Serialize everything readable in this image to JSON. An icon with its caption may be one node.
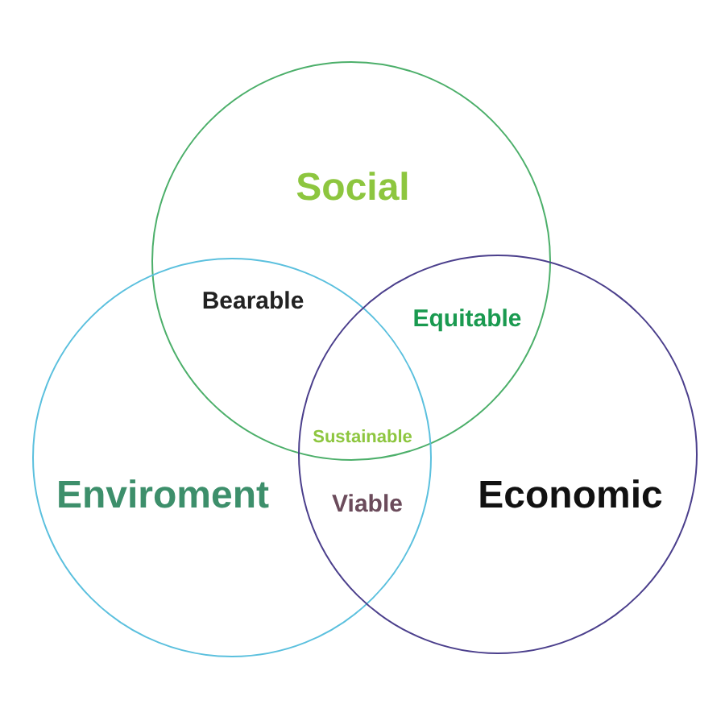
{
  "diagram": {
    "nodes": [
      {
        "text": [
          "Social"
        ]
      },
      {
        "text": [
          "Enviroment"
        ]
      },
      {
        "text": [
          "Economic"
        ]
      }
    ],
    "labels": [
      "Bearable",
      "Equitable",
      "Sustainable",
      "Viable"
    ]
  }
}
